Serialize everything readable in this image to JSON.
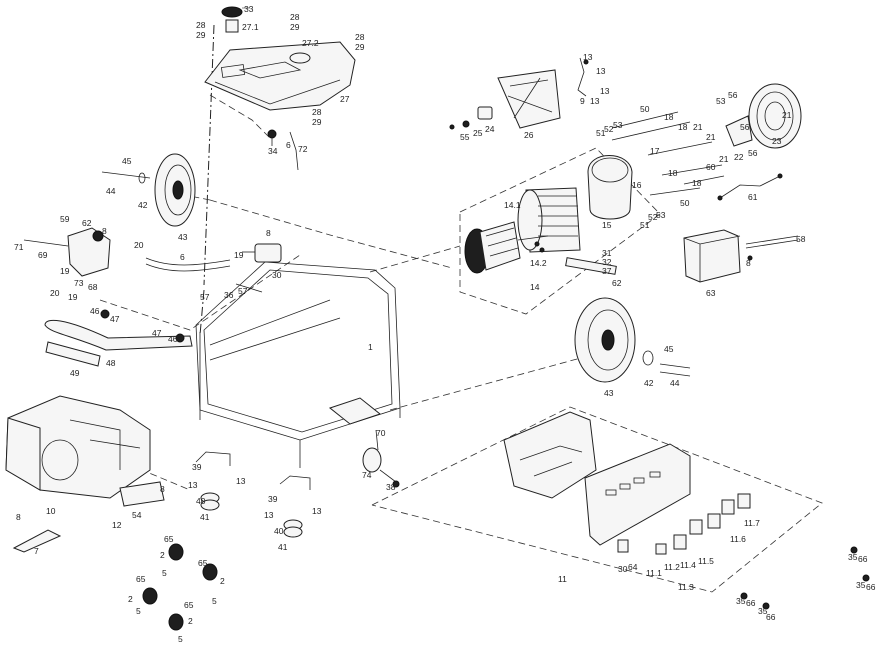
{
  "diagram": {
    "labels": [
      {
        "id": "33",
        "text": "33"
      },
      {
        "id": "28a",
        "text": "28"
      },
      {
        "id": "29a",
        "text": "29"
      },
      {
        "id": "27-1",
        "text": "27.1"
      },
      {
        "id": "28b",
        "text": "28"
      },
      {
        "id": "29b",
        "text": "29"
      },
      {
        "id": "28c",
        "text": "28"
      },
      {
        "id": "29c",
        "text": "29"
      },
      {
        "id": "27-2",
        "text": "27.2"
      },
      {
        "id": "27",
        "text": "27"
      },
      {
        "id": "28d",
        "text": "28"
      },
      {
        "id": "29d",
        "text": "29"
      },
      {
        "id": "34",
        "text": "34"
      },
      {
        "id": "6a",
        "text": "6"
      },
      {
        "id": "72",
        "text": "72"
      },
      {
        "id": "13a",
        "text": "13"
      },
      {
        "id": "13b",
        "text": "13"
      },
      {
        "id": "9",
        "text": "9"
      },
      {
        "id": "13c",
        "text": "13"
      },
      {
        "id": "13d",
        "text": "13"
      },
      {
        "id": "26",
        "text": "26"
      },
      {
        "id": "55",
        "text": "55"
      },
      {
        "id": "25",
        "text": "25"
      },
      {
        "id": "24",
        "text": "24"
      },
      {
        "id": "50a",
        "text": "50"
      },
      {
        "id": "51a",
        "text": "51"
      },
      {
        "id": "52a",
        "text": "52"
      },
      {
        "id": "53a",
        "text": "53"
      },
      {
        "id": "18a",
        "text": "18"
      },
      {
        "id": "18b",
        "text": "18"
      },
      {
        "id": "53b",
        "text": "53"
      },
      {
        "id": "56a",
        "text": "56"
      },
      {
        "id": "21a",
        "text": "21"
      },
      {
        "id": "21b",
        "text": "21"
      },
      {
        "id": "21c",
        "text": "21"
      },
      {
        "id": "21d",
        "text": "21"
      },
      {
        "id": "23",
        "text": "23"
      },
      {
        "id": "56b",
        "text": "56"
      },
      {
        "id": "56c",
        "text": "56"
      },
      {
        "id": "22",
        "text": "22"
      },
      {
        "id": "17",
        "text": "17"
      },
      {
        "id": "16",
        "text": "16"
      },
      {
        "id": "18c",
        "text": "18"
      },
      {
        "id": "60",
        "text": "60"
      },
      {
        "id": "18d",
        "text": "18"
      },
      {
        "id": "61",
        "text": "61"
      },
      {
        "id": "50b",
        "text": "50"
      },
      {
        "id": "51b",
        "text": "51"
      },
      {
        "id": "52b",
        "text": "52"
      },
      {
        "id": "53c",
        "text": "53"
      },
      {
        "id": "15",
        "text": "15"
      },
      {
        "id": "14-1",
        "text": "14.1"
      },
      {
        "id": "14-2",
        "text": "14.2"
      },
      {
        "id": "14",
        "text": "14"
      },
      {
        "id": "31",
        "text": "31"
      },
      {
        "id": "32",
        "text": "32"
      },
      {
        "id": "37",
        "text": "37"
      },
      {
        "id": "62",
        "text": "62"
      },
      {
        "id": "63",
        "text": "63"
      },
      {
        "id": "58",
        "text": "58"
      },
      {
        "id": "8e",
        "text": "8"
      },
      {
        "id": "45a",
        "text": "45"
      },
      {
        "id": "44a",
        "text": "44"
      },
      {
        "id": "42a",
        "text": "42"
      },
      {
        "id": "43a",
        "text": "43"
      },
      {
        "id": "59",
        "text": "59"
      },
      {
        "id": "62b",
        "text": "62"
      },
      {
        "id": "8a",
        "text": "8"
      },
      {
        "id": "71",
        "text": "71"
      },
      {
        "id": "69",
        "text": "69"
      },
      {
        "id": "19a",
        "text": "19"
      },
      {
        "id": "73",
        "text": "73"
      },
      {
        "id": "68",
        "text": "68"
      },
      {
        "id": "20a",
        "text": "20"
      },
      {
        "id": "19b",
        "text": "19"
      },
      {
        "id": "20b",
        "text": "20"
      },
      {
        "id": "6b",
        "text": "6"
      },
      {
        "id": "19c",
        "text": "19"
      },
      {
        "id": "8b",
        "text": "8"
      },
      {
        "id": "30a",
        "text": "30"
      },
      {
        "id": "57a",
        "text": "57"
      },
      {
        "id": "36",
        "text": "36"
      },
      {
        "id": "57b",
        "text": "57"
      },
      {
        "id": "46a",
        "text": "46"
      },
      {
        "id": "47a",
        "text": "47"
      },
      {
        "id": "47b",
        "text": "47"
      },
      {
        "id": "46b",
        "text": "46"
      },
      {
        "id": "48",
        "text": "48"
      },
      {
        "id": "49",
        "text": "49"
      },
      {
        "id": "1",
        "text": "1"
      },
      {
        "id": "45b",
        "text": "45"
      },
      {
        "id": "42b",
        "text": "42"
      },
      {
        "id": "44b",
        "text": "44"
      },
      {
        "id": "43b",
        "text": "43"
      },
      {
        "id": "10",
        "text": "10"
      },
      {
        "id": "12",
        "text": "12"
      },
      {
        "id": "54",
        "text": "54"
      },
      {
        "id": "8c",
        "text": "8"
      },
      {
        "id": "8d",
        "text": "8"
      },
      {
        "id": "7",
        "text": "7"
      },
      {
        "id": "39a",
        "text": "39"
      },
      {
        "id": "13e",
        "text": "13"
      },
      {
        "id": "13f",
        "text": "13"
      },
      {
        "id": "40a",
        "text": "40"
      },
      {
        "id": "41a",
        "text": "41"
      },
      {
        "id": "39b",
        "text": "39"
      },
      {
        "id": "13g",
        "text": "13"
      },
      {
        "id": "13h",
        "text": "13"
      },
      {
        "id": "40b",
        "text": "40"
      },
      {
        "id": "41b",
        "text": "41"
      },
      {
        "id": "70",
        "text": "70"
      },
      {
        "id": "74",
        "text": "74"
      },
      {
        "id": "38",
        "text": "38"
      },
      {
        "id": "65a",
        "text": "65"
      },
      {
        "id": "2a",
        "text": "2"
      },
      {
        "id": "5a",
        "text": "5"
      },
      {
        "id": "65b",
        "text": "65"
      },
      {
        "id": "2b",
        "text": "2"
      },
      {
        "id": "5b",
        "text": "5"
      },
      {
        "id": "65c",
        "text": "65"
      },
      {
        "id": "2c",
        "text": "2"
      },
      {
        "id": "5c",
        "text": "5"
      },
      {
        "id": "65d",
        "text": "65"
      },
      {
        "id": "2d",
        "text": "2"
      },
      {
        "id": "5d",
        "text": "5"
      },
      {
        "id": "11",
        "text": "11"
      },
      {
        "id": "30b",
        "text": "30"
      },
      {
        "id": "64",
        "text": "64"
      },
      {
        "id": "11-1",
        "text": "11.1"
      },
      {
        "id": "11-2",
        "text": "11.2"
      },
      {
        "id": "11-3",
        "text": "11.3"
      },
      {
        "id": "11-4",
        "text": "11.4"
      },
      {
        "id": "11-5",
        "text": "11.5"
      },
      {
        "id": "11-6",
        "text": "11.6"
      },
      {
        "id": "11-7",
        "text": "11.7"
      },
      {
        "id": "35a",
        "text": "35"
      },
      {
        "id": "66a",
        "text": "66"
      },
      {
        "id": "35b",
        "text": "35"
      },
      {
        "id": "66b",
        "text": "66"
      },
      {
        "id": "35c",
        "text": "35"
      },
      {
        "id": "66c",
        "text": "66"
      },
      {
        "id": "35d",
        "text": "35"
      },
      {
        "id": "66d",
        "text": "66"
      }
    ]
  }
}
